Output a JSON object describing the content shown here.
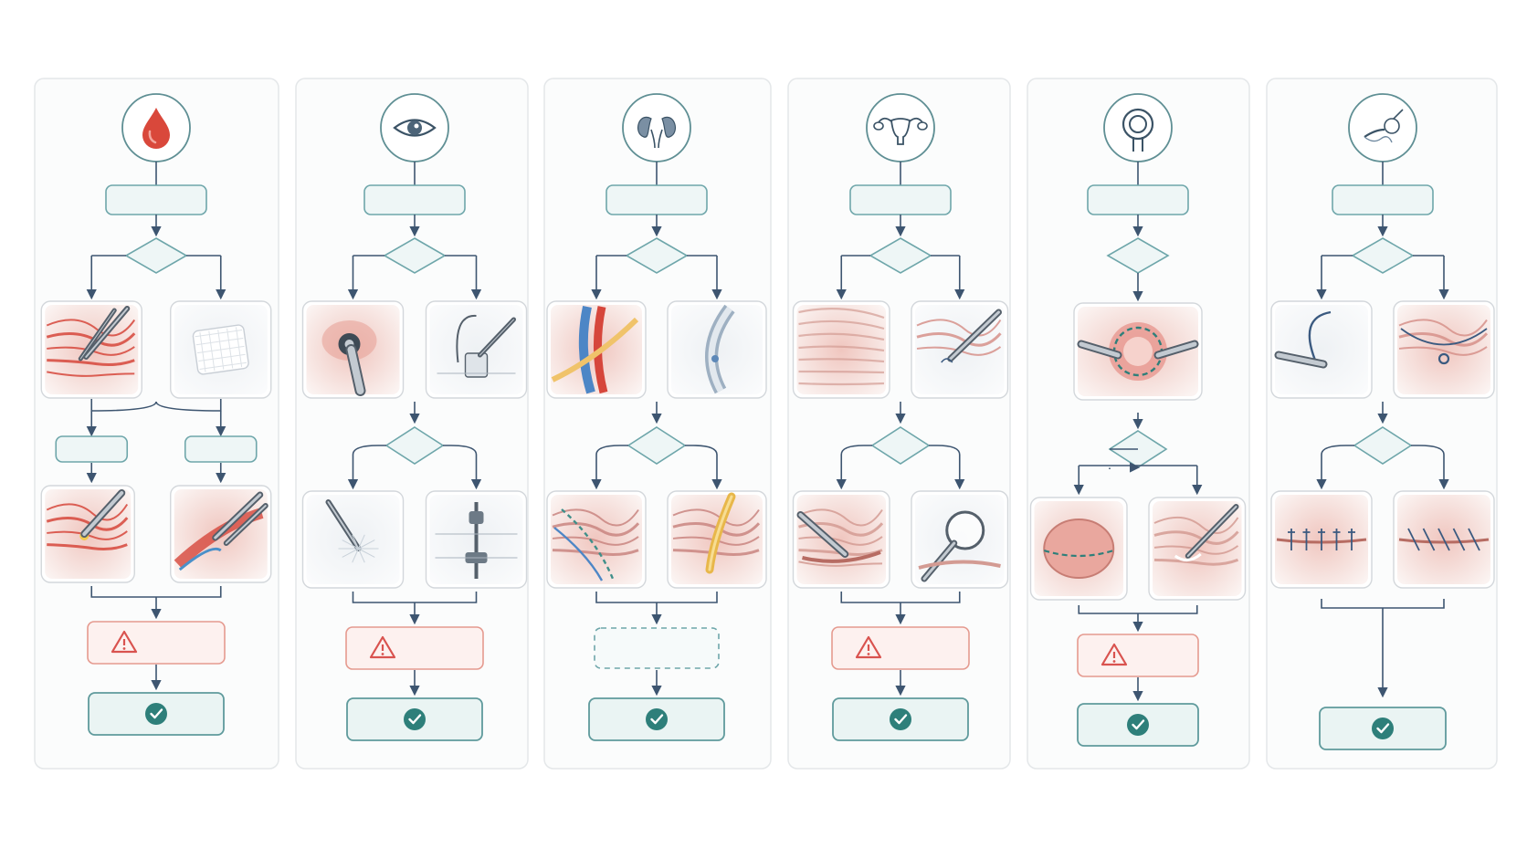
{
  "colors": {
    "accent": "#2e7f7a",
    "warning": "#d9534f",
    "connector": "#3d5570",
    "node_fill": "#eef6f6",
    "tissue": "#eab8b0"
  },
  "columns": [
    {
      "icon": "blood-drop-icon",
      "layout": "two-level-with-labels",
      "alert": "warning",
      "thumbs": [
        "vessel-forceps",
        "gauze-pad",
        "cautery-vessel",
        "vessel-clip-applier"
      ]
    },
    {
      "icon": "eye-icon",
      "layout": "two-level",
      "alert": "warning",
      "thumbs": [
        "ocular-probe",
        "phaco-handpiece",
        "laser-probe",
        "syringe-piston"
      ]
    },
    {
      "icon": "kidneys-icon",
      "layout": "two-level",
      "alert": "pending",
      "thumbs": [
        "vessels-ureter",
        "ureteral-stent",
        "dissection-line",
        "catheter-placement"
      ]
    },
    {
      "icon": "uterus-icon",
      "layout": "two-level",
      "alert": "warning",
      "thumbs": [
        "tissue-fibers",
        "needle-driver",
        "tissue-dissection",
        "magnifier-inspection"
      ]
    },
    {
      "icon": "anastomosis-ring-icon",
      "layout": "single-then-split",
      "alert": "warning",
      "thumbs": [
        "ring-retraction",
        "circular-incision",
        "scalpel-incision"
      ]
    },
    {
      "icon": "suture-needle-icon",
      "layout": "two-level-no-alert",
      "alert": "none",
      "thumbs": [
        "curved-needle",
        "knot-tying",
        "interrupted-sutures",
        "continuous-sutures"
      ]
    }
  ]
}
